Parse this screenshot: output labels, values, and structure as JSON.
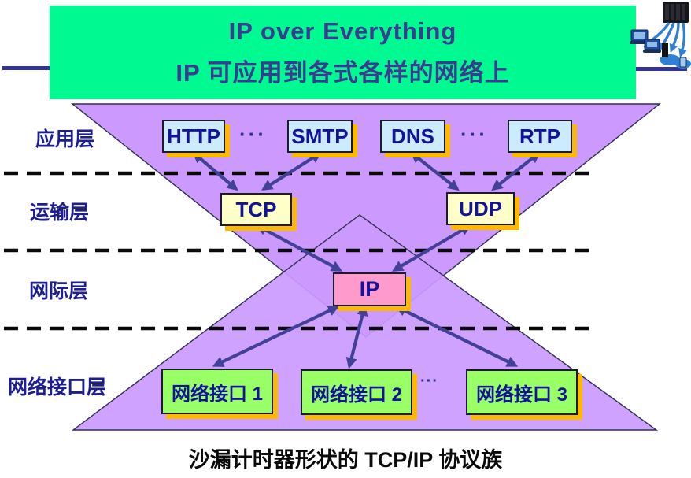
{
  "banner": {
    "title_line1": "IP over Everything",
    "title_line2": "IP 可应用到各式各样的网络上"
  },
  "layer_labels": {
    "application": "应用层",
    "transport": "运输层",
    "internet": "网际层",
    "network_interface": "网络接口层"
  },
  "boxes": {
    "http": "HTTP",
    "smtp": "SMTP",
    "dns": "DNS",
    "rtp": "RTP",
    "tcp": "TCP",
    "udp": "UDP",
    "ip": "IP",
    "interface1": "网络接口 1",
    "interface2": "网络接口 2",
    "interface3": "网络接口 3"
  },
  "ellipsis": "···",
  "caption": "沙漏计时器形状的 TCP/IP 协议族",
  "icon": {
    "name": "network-devices-clipart"
  },
  "colors": {
    "banner_bg": "#00FA92",
    "banner_text": "#3B3B8F",
    "hourglass_fill": "#CC9AFF",
    "hourglass_stroke": "#2F2F4F",
    "application_box_bg": "#CDEBFF",
    "transport_box_bg": "#FFFFC8",
    "ip_box_bg": "#FF9ACD",
    "interface_box_bg": "#99FF66",
    "box_border": "#1B1B30",
    "box_shadow": "#FFB800",
    "box_text": "#12129A",
    "layer_label_text": "#1D1D94",
    "arrow": "#414199",
    "dashed_line": "#0A0A0A",
    "separator_line": "#333399",
    "caption_text": "#0A0A0A"
  }
}
